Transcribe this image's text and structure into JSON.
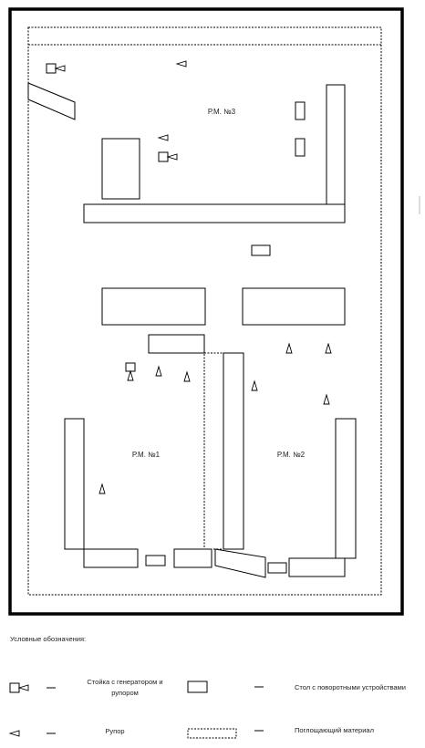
{
  "rooms": {
    "rm3": "Р.М. №3",
    "rm1": "Р.М. №1",
    "rm2": "Р.М. №2"
  },
  "legend": {
    "title": "Условные обозначения:",
    "stand_line1": "Стойка с генератором  и",
    "stand_line2": "рупором",
    "table": "Стол с поворотными устройствами",
    "horn": "Рупор",
    "absorber": "Поглощающий материал"
  }
}
